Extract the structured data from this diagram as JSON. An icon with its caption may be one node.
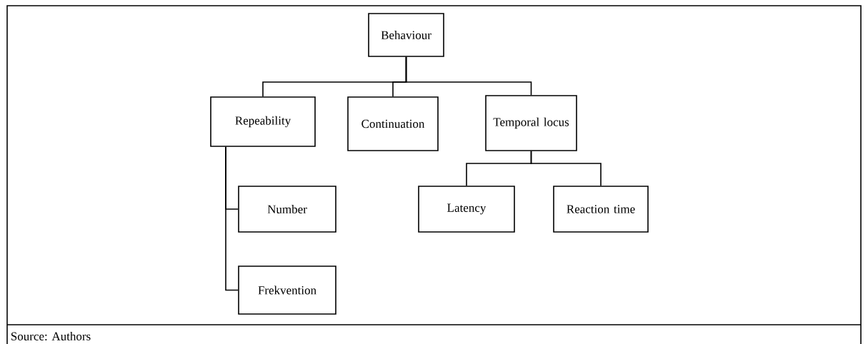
{
  "diagram": {
    "caption": "Source: Authors",
    "nodes": [
      {
        "text": [
          "Behaviour"
        ]
      },
      {
        "text": [
          "Repeability"
        ]
      },
      {
        "text": [
          "Continuation"
        ]
      },
      {
        "text": [
          "Temporal locus"
        ]
      },
      {
        "text": [
          "Number"
        ]
      },
      {
        "text": [
          "Frekvention"
        ]
      },
      {
        "text": [
          "Latency"
        ]
      },
      {
        "text": [
          "Reaction time"
        ]
      }
    ],
    "edges": [
      {
        "from": 0,
        "to": 1,
        "arrow": "none"
      },
      {
        "from": 0,
        "to": 2,
        "arrow": "none"
      },
      {
        "from": 0,
        "to": 3,
        "arrow": "none"
      },
      {
        "from": 1,
        "to": 4,
        "arrow": "none"
      },
      {
        "from": 1,
        "to": 5,
        "arrow": "none"
      },
      {
        "from": 3,
        "to": 6,
        "arrow": "none"
      },
      {
        "from": 3,
        "to": 7,
        "arrow": "none"
      }
    ]
  }
}
